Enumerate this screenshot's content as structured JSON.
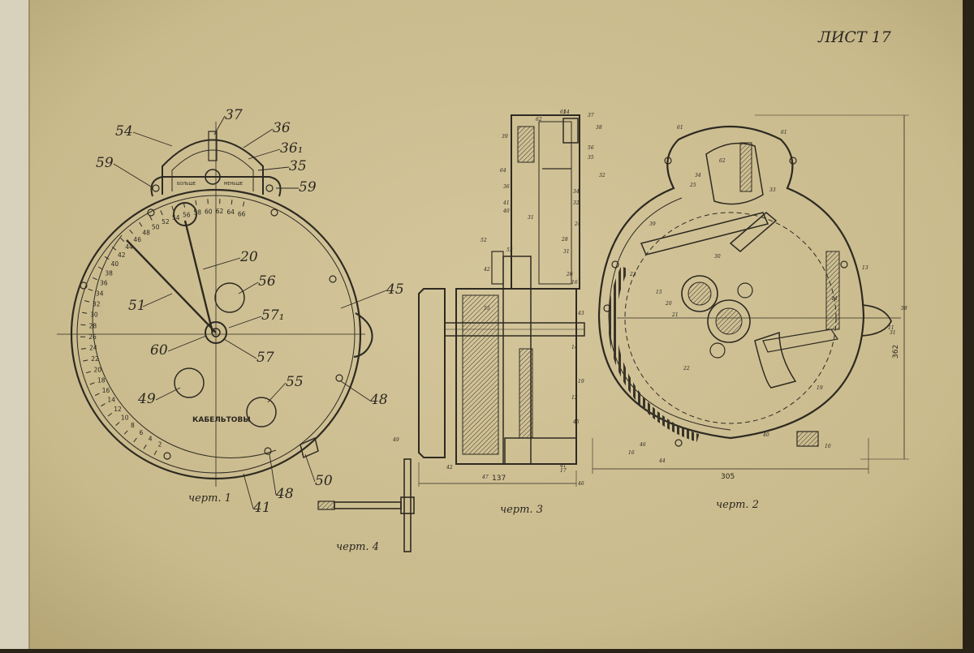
{
  "sheet": {
    "title": "ЛИСТ 17",
    "colors": {
      "paper": "#cdbf93",
      "paper_edge": "#b9aa7c",
      "ink": "#2e2a22",
      "background": "#2a2418",
      "left_page": "#d8d2bc"
    }
  },
  "views": {
    "view1": {
      "caption": "черт. 1",
      "dial_word": "КАБЕЛЬТОВЫ",
      "upper_dial_left": "БОЛЬШЕ",
      "upper_dial_right": "МЕНЬШЕ",
      "scale_numbers": [
        "2",
        "4",
        "6",
        "8",
        "10",
        "12",
        "14",
        "16",
        "18",
        "20",
        "22",
        "24",
        "26",
        "28",
        "30",
        "32",
        "34",
        "36",
        "38",
        "40",
        "42",
        "44",
        "46",
        "48",
        "50",
        "52",
        "54",
        "56",
        "58",
        "60",
        "62",
        "64",
        "66"
      ],
      "callouts": [
        {
          "text": "37"
        },
        {
          "text": "36"
        },
        {
          "text": "54"
        },
        {
          "text": "36₁"
        },
        {
          "text": "59"
        },
        {
          "text": "35"
        },
        {
          "text": "59"
        },
        {
          "text": "20"
        },
        {
          "text": "56"
        },
        {
          "text": "45"
        },
        {
          "text": "51"
        },
        {
          "text": "57₁"
        },
        {
          "text": "60"
        },
        {
          "text": "57"
        },
        {
          "text": "55"
        },
        {
          "text": "49"
        },
        {
          "text": "48"
        },
        {
          "text": "50"
        },
        {
          "text": "41"
        },
        {
          "text": "48"
        }
      ]
    },
    "view3": {
      "caption": "черт. 3",
      "dimension": "137",
      "callouts": [
        "54",
        "37",
        "38",
        "39",
        "56",
        "35",
        "32",
        "62",
        "36",
        "64",
        "40",
        "31",
        "41",
        "34",
        "32",
        "24",
        "52",
        "53",
        "28",
        "31",
        "42",
        "26",
        "16",
        "55",
        "43",
        "61",
        "14",
        "19",
        "49",
        "12",
        "45",
        "42",
        "47",
        "46",
        "41",
        "17"
      ]
    },
    "view2": {
      "caption": "черт. 2",
      "dimension_width": "305",
      "dimension_height": "362",
      "callouts": [
        "61",
        "61",
        "62",
        "34",
        "33",
        "25",
        "39",
        "13",
        "58",
        "31",
        "11",
        "19",
        "16",
        "46",
        "44",
        "40",
        "10",
        "30",
        "14",
        "15",
        "20",
        "21",
        "22",
        "23"
      ]
    },
    "view4": {
      "caption": "черт. 4"
    }
  }
}
